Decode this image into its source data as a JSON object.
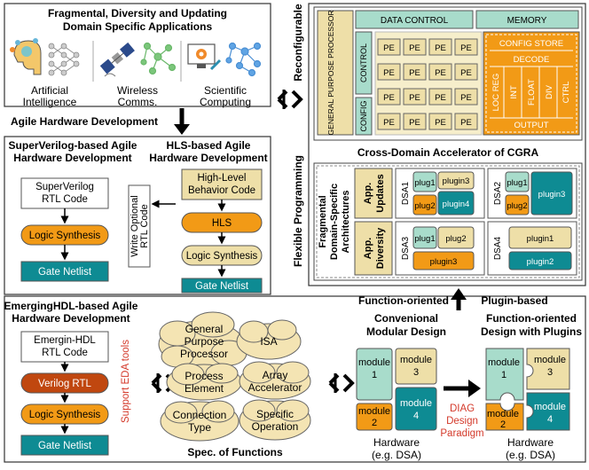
{
  "apps": {
    "title1": "Fragmental, Diversity and Updating",
    "title2": "Domain Specific Applications",
    "ai1": "Artificial",
    "ai2": "Intelligence",
    "wc1": "Wireless",
    "wc2": "Comms.",
    "sc1": "Scientific",
    "sc2": "Computing"
  },
  "labels": {
    "agile_hw": "Agile Hardware Development",
    "reconfigurable": "Reconfigurable",
    "flexible_programming": "Flexible Programming",
    "function_oriented": "Function-oriented",
    "plugin_based": "Plugin-based",
    "spec_functions": "Spec. of Functions",
    "support_eda": "Support EDA tools",
    "diag1": "DIAG",
    "diag2": "Design",
    "diag3": "Paradigm"
  },
  "cgra": {
    "title": "Cross-Domain Accelerator of CGRA",
    "data_control": "DATA CONTROL",
    "memory": "MEMORY",
    "gpp": "GENERAL PURPOSE PROCESSOR",
    "control": "CONTROL",
    "config": "CONFIG",
    "pe": "PE",
    "config_store": "CONFIG STORE",
    "decode": "DECODE",
    "loc_reg": "LOC REG",
    "int": "INT",
    "float": "FLOAT",
    "div": "DIV",
    "ctrl": "CTRL",
    "output": "OUTPUT"
  },
  "fdsa": {
    "side1": "Fragmental",
    "side2": "Domain-Specific",
    "side3": "Architectures",
    "updates1": "App.",
    "updates2": "Updates",
    "diversity1": "App.",
    "diversity2": "Diversity",
    "dsa1": "DSA1",
    "dsa2": "DSA2",
    "dsa3": "DSA3",
    "dsa4": "DSA4",
    "plug1": "plug1",
    "plug2": "plug2",
    "plugin1": "plugin1",
    "plugin2": "plugin2",
    "plugin3": "plugin3",
    "plugin4": "plugin4"
  },
  "superverilog": {
    "title1": "SuperVerilog-based Agile",
    "title2": "Hardware Development",
    "code1": "SuperVerilog",
    "code2": "RTL Code",
    "synth": "Logic Synthesis",
    "netlist": "Gate Netlist"
  },
  "hls": {
    "title1": "HLS-based Agile",
    "title2": "Hardware Development",
    "code1": "High-Level",
    "code2": "Behavior Code",
    "hls": "HLS",
    "synth": "Logic Synthesis",
    "netlist": "Gate Netlist",
    "write1": "Write Optional",
    "write2": "RTL Code"
  },
  "emerging": {
    "title1": "EmergingHDL-based Agile",
    "title2": "Hardware Development",
    "code1": "Emergin-HDL",
    "code2": "RTL Code",
    "verilog": "Verilog RTL",
    "synth": "Logic Synthesis",
    "netlist": "Gate Netlist"
  },
  "clouds": {
    "gpp1": "General",
    "gpp2": "Purpose",
    "gpp3": "Processor",
    "isa": "ISA",
    "pe1": "Process",
    "pe2": "Element",
    "aa1": "Array",
    "aa2": "Accelerator",
    "ct1": "Connection",
    "ct2": "Type",
    "so1": "Specific",
    "so2": "Operation"
  },
  "modular": {
    "title1": "Convenional",
    "title2": "Modular Design",
    "hw1": "Hardware",
    "hw2": "(e.g. DSA)"
  },
  "plugins": {
    "title1": "Function-oriented",
    "title2": "Design with Plugins",
    "hw1": "Hardware",
    "hw2": "(e.g. DSA)"
  },
  "module": {
    "word": "module",
    "n1": "1",
    "n2": "2",
    "n3": "3",
    "n4": "4"
  },
  "colors": {
    "teal_light": "#a8dccb",
    "teal_dark": "#0e8b93",
    "orange": "#f29a16",
    "tan": "#eedfa8",
    "rust": "#c0470f",
    "red_text": "#d43a2b"
  }
}
